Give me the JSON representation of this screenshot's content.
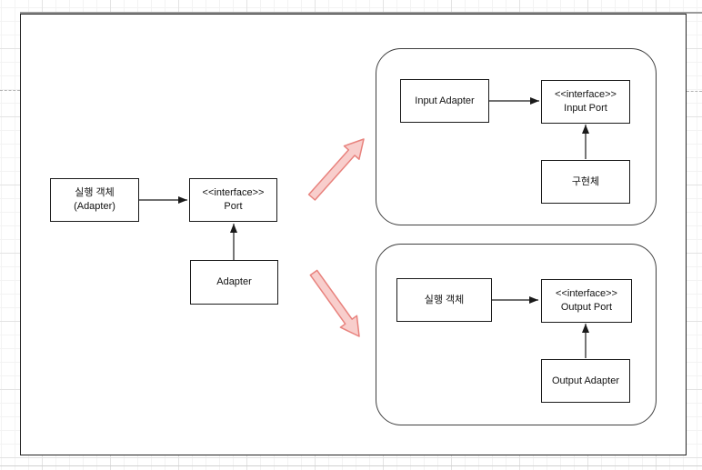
{
  "diagram": {
    "actor_box": {
      "line1": "실행 객체",
      "line2": "(Adapter)"
    },
    "port_box": {
      "line1": "<<interface>>",
      "line2": "Port"
    },
    "adapter_box": {
      "label": "Adapter"
    },
    "input_group": {
      "input_adapter_box": {
        "label": "Input Adapter"
      },
      "input_port_box": {
        "line1": "<<interface>>",
        "line2": "Input Port"
      },
      "impl_box": {
        "label": "구현체"
      }
    },
    "output_group": {
      "exec_box": {
        "label": "실행 객체"
      },
      "output_port_box": {
        "line1": "<<interface>>",
        "line2": "Output Port"
      },
      "output_adapter_box": {
        "label": "Output Adapter"
      }
    },
    "colors": {
      "highlight_arrow_fill": "#f8cecc",
      "highlight_arrow_stroke": "#e8827d",
      "shape_stroke": "#1a1a1a",
      "grid_minor": "#f3f3f3",
      "grid_major": "#e3e3e3",
      "page_line": "#9a9a9a"
    }
  }
}
